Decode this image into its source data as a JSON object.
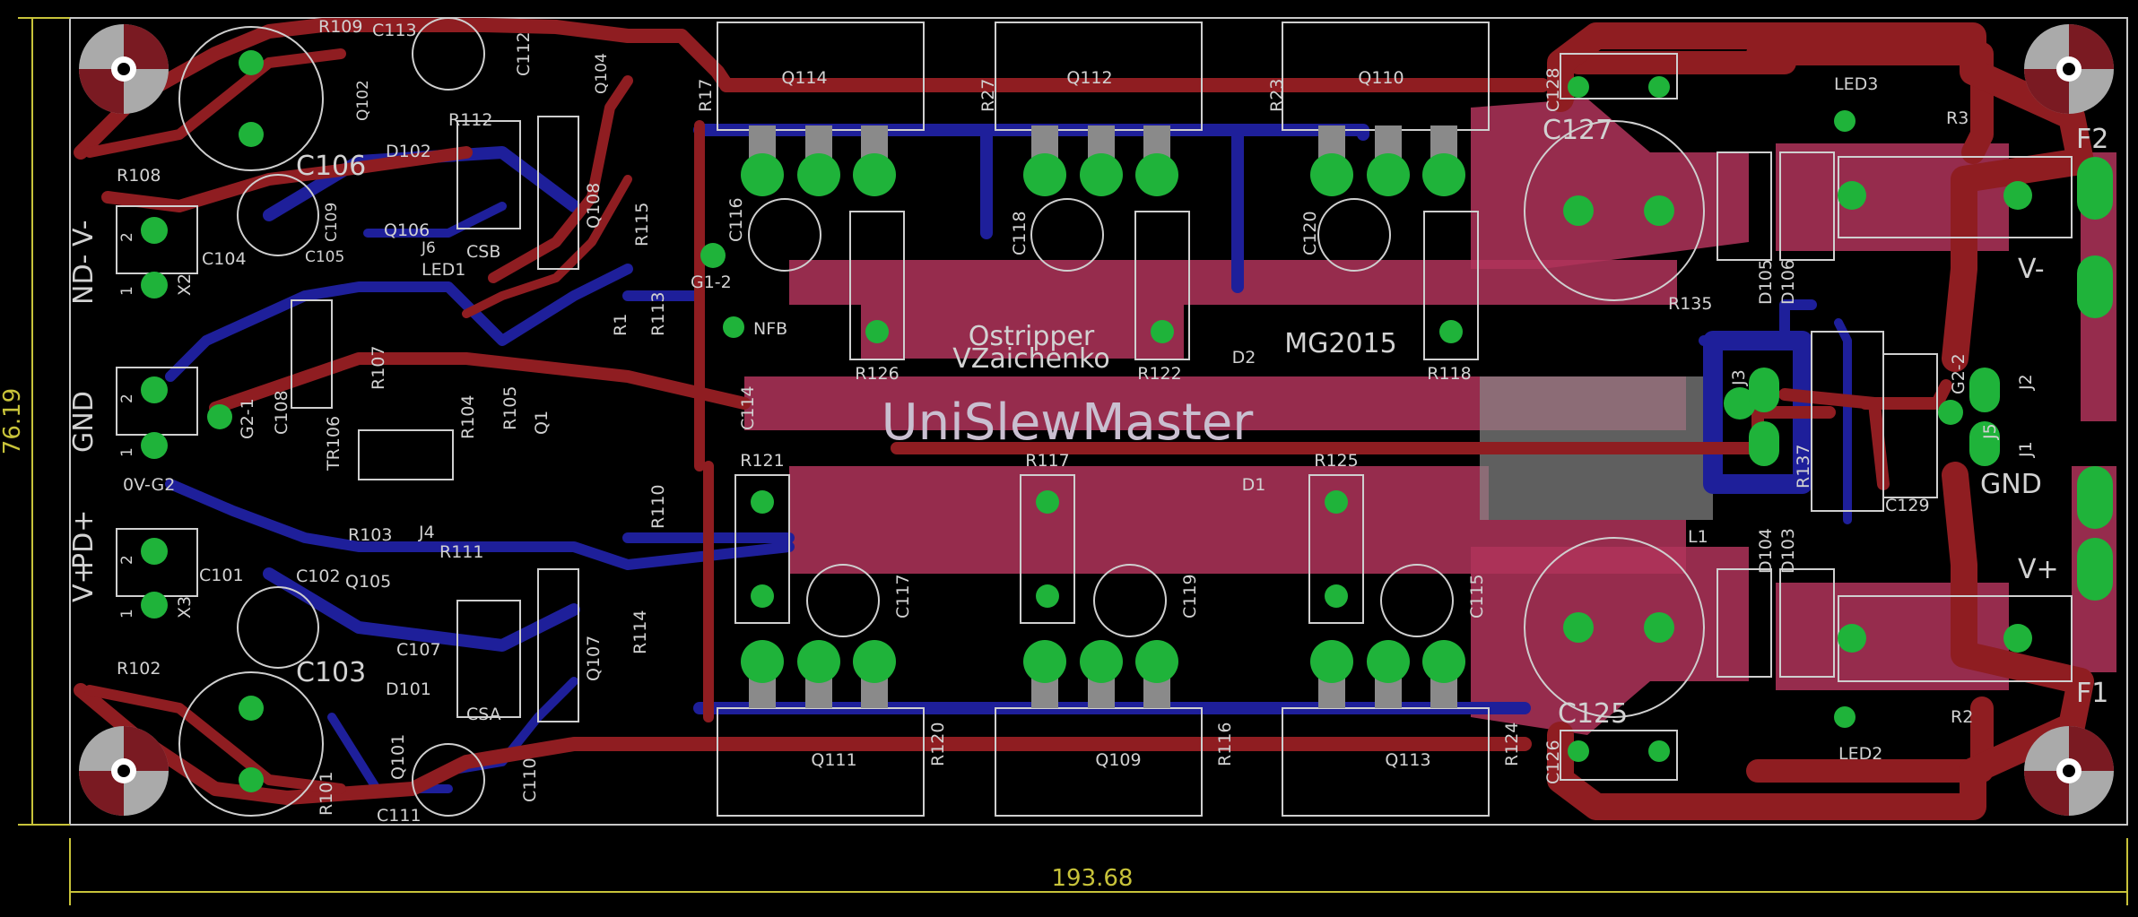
{
  "board": {
    "title": "UniSlewMaster",
    "author_line1": "Ostripper",
    "author_line2": "VZaichenko",
    "year_tag": "MG2015",
    "width_dim": "193.68",
    "height_dim": "76.19",
    "colors": {
      "top_copper": "#8f1d21",
      "bottom_copper": "#1e1f9a",
      "pour": "#b0345a",
      "pads": "#1fb33a",
      "silk": "#d2d2d2",
      "dimension": "#c8c33a"
    }
  },
  "components": {
    "mosfets_top": [
      "Q114",
      "Q112",
      "Q110"
    ],
    "mosfets_bottom": [
      "Q111",
      "Q109",
      "Q113"
    ],
    "resistors_top": [
      "R126",
      "R122",
      "R118"
    ],
    "resistors_bottom": [
      "R121",
      "R117",
      "R125"
    ],
    "caps_top": [
      "C116",
      "C118",
      "C120"
    ],
    "caps_bottom": [
      "C117",
      "C119",
      "C115"
    ],
    "gate_res_top": [
      "R17",
      "R27",
      "R23"
    ],
    "gate_res_bottom": [
      "R120",
      "R116",
      "R124"
    ],
    "diodes_center": [
      "D2",
      "D1"
    ],
    "left_top": [
      "R109",
      "C113",
      "C112",
      "Q102",
      "R112",
      "D102",
      "C106",
      "C109",
      "Q106",
      "CSB",
      "Q108",
      "C105",
      "J6",
      "LED1",
      "R108",
      "C104",
      "R115",
      "G1-2",
      "NFB",
      "Q104"
    ],
    "left_bottom": [
      "C103",
      "C107",
      "D101",
      "Q101",
      "R101",
      "C111",
      "C110",
      "CSA",
      "Q107",
      "R114",
      "R110",
      "R111",
      "Q105",
      "C102",
      "R103",
      "J4",
      "C101",
      "R102",
      "TR106",
      "R104",
      "R105",
      "Q1",
      "R107",
      "C108",
      "R1",
      "R113",
      "C114",
      "G2-1"
    ],
    "connectors": {
      "x2": {
        "ref": "X2",
        "labels": [
          "ND-",
          "V-"
        ],
        "pins": [
          "1",
          "2"
        ]
      },
      "g2": {
        "ref": "0V-G2",
        "labels": [
          "GND"
        ],
        "pins": [
          "1",
          "2"
        ]
      },
      "x3": {
        "ref": "X3",
        "labels": [
          "V+",
          "PD+"
        ],
        "pins": [
          "1",
          "2"
        ]
      }
    },
    "right_side": {
      "c127": "C127",
      "c128": "C128",
      "led3": "LED3",
      "r3": "R3",
      "d105": "D105",
      "d106": "D106",
      "r135": "R135",
      "j3": "J3",
      "l1": "L1",
      "r137": "R137",
      "c129": "C129",
      "g22": "G2-2",
      "d104": "D104",
      "d103": "D103",
      "c125": "C125",
      "c126": "C126",
      "led2": "LED2",
      "r2": "R2",
      "f1": "F1",
      "f2": "F2",
      "j1": "J1",
      "j2": "J2",
      "j5": "J5",
      "vminus": "V-",
      "gnd": "GND",
      "vplus": "V+"
    }
  }
}
